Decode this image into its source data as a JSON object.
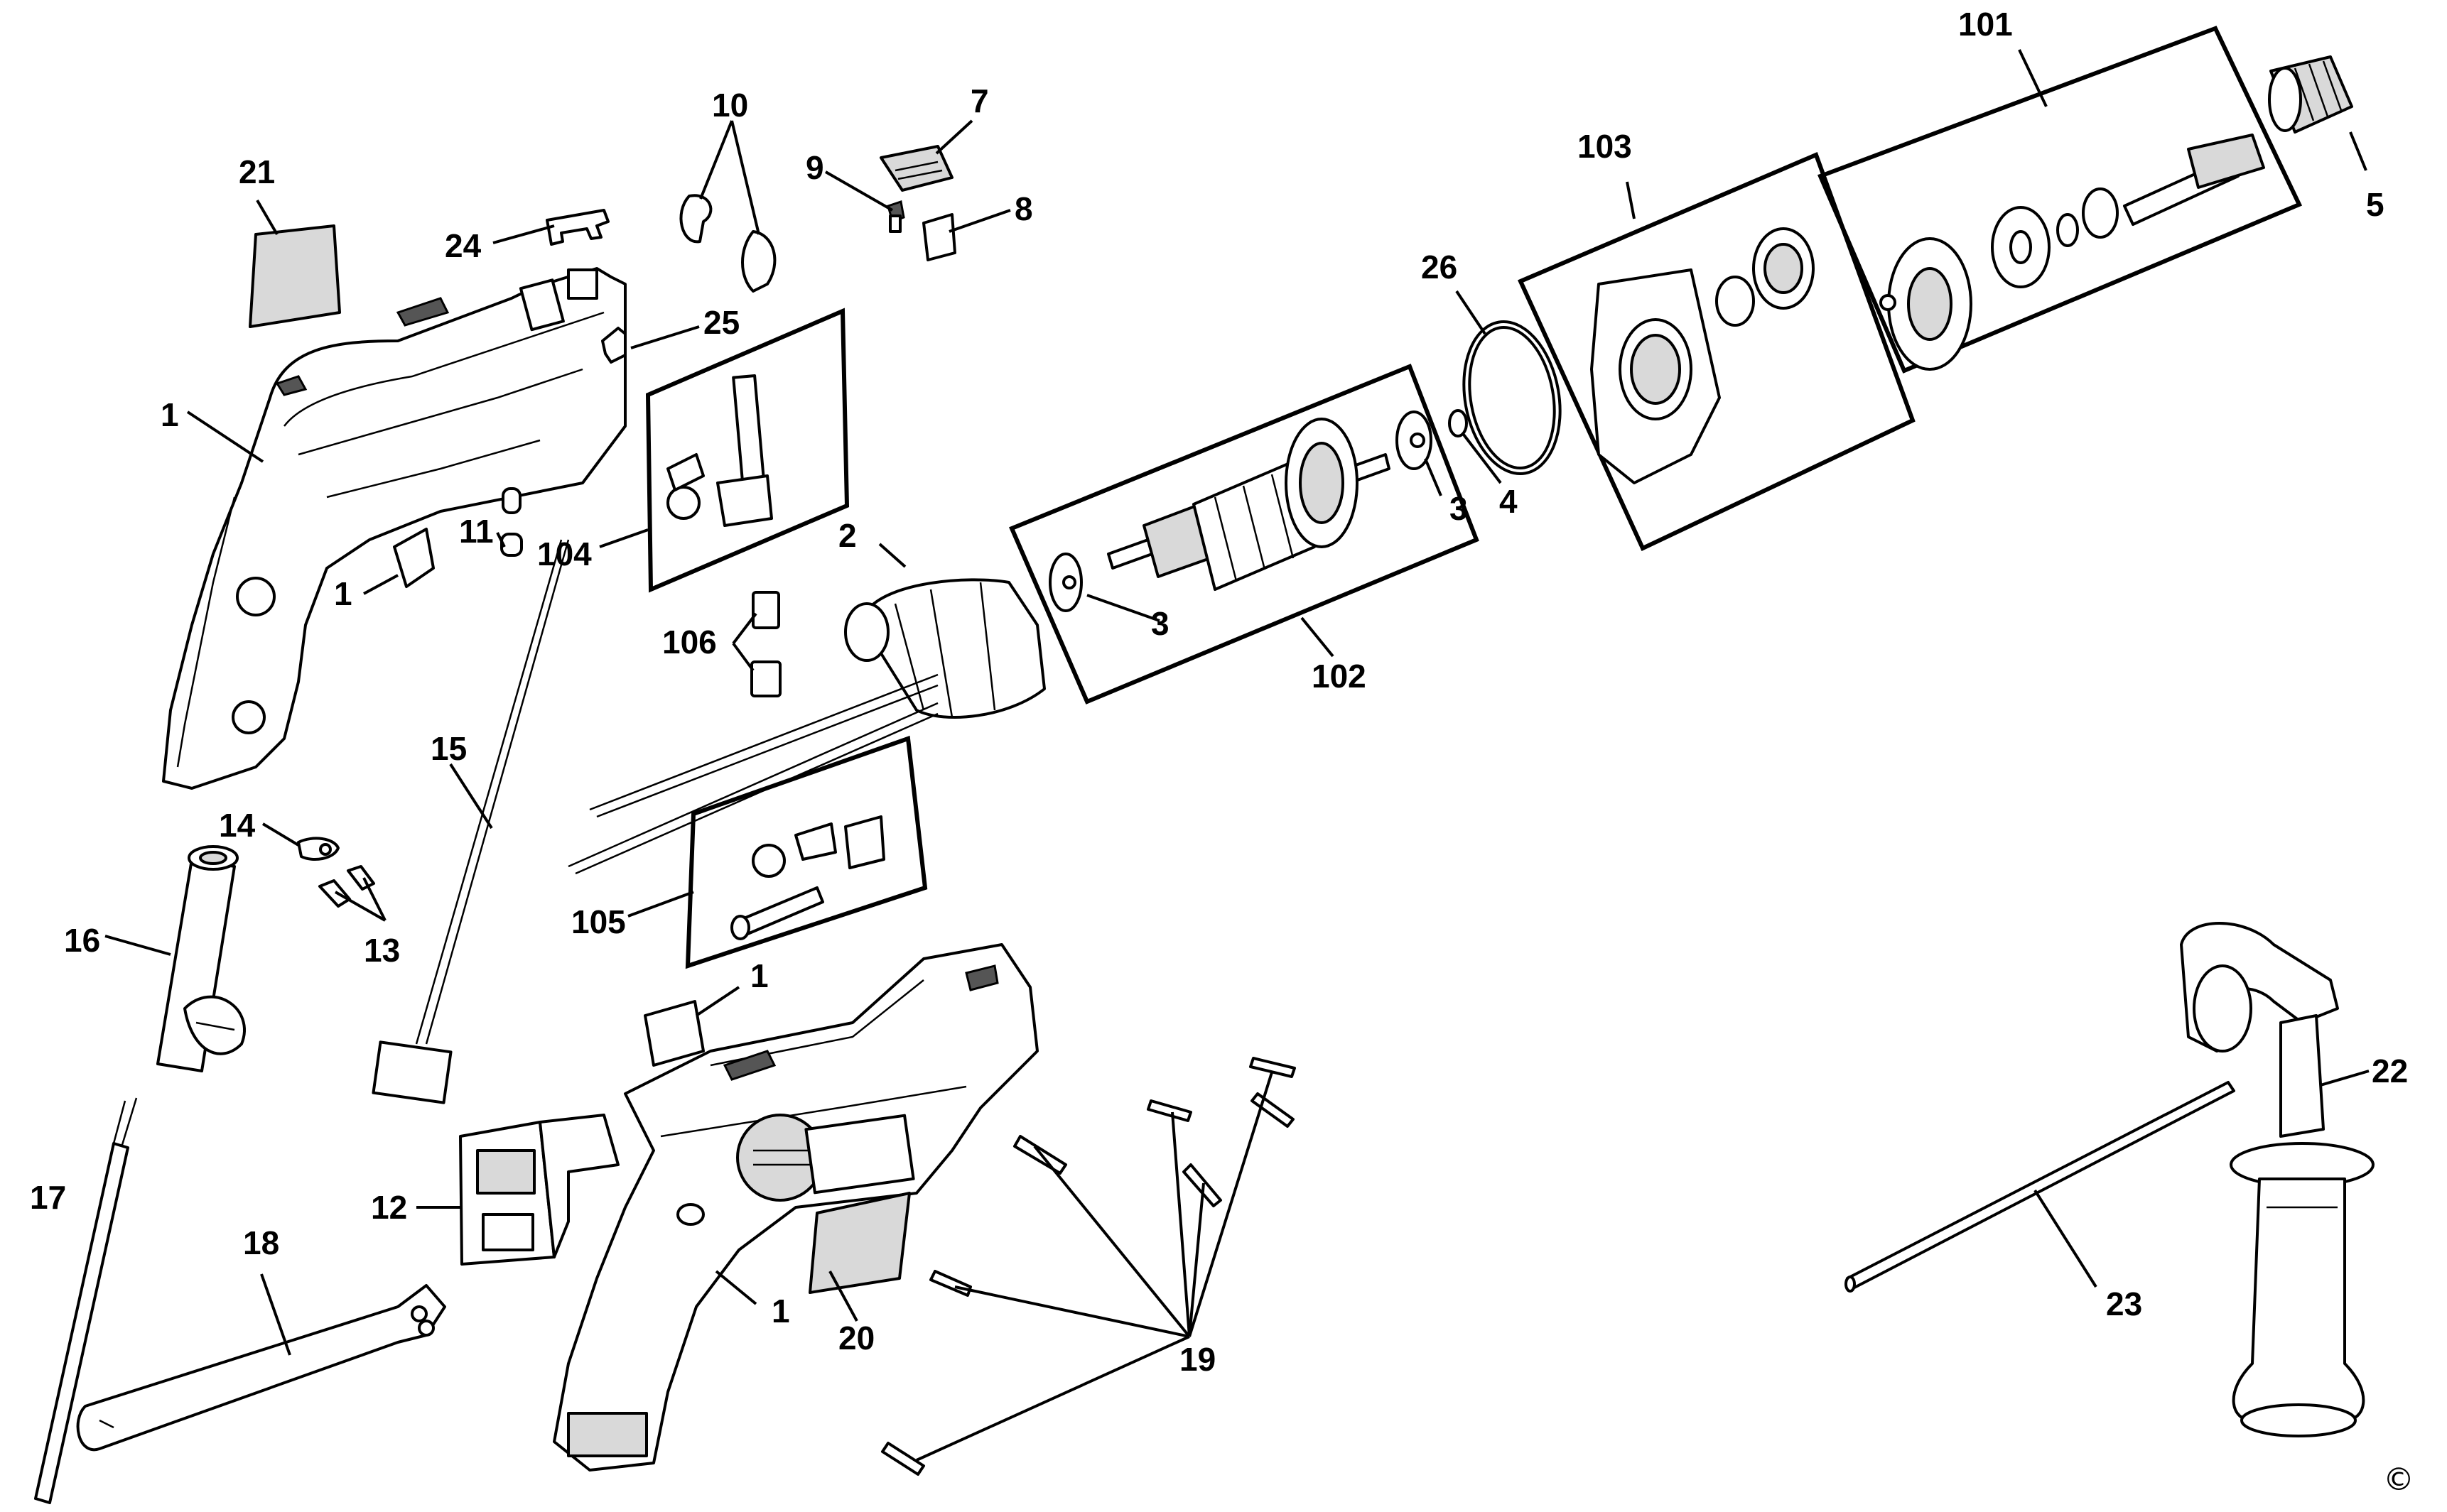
{
  "callouts": {
    "c1a": "1",
    "c1b": "1",
    "c1c": "1",
    "c1d": "1",
    "c2": "2",
    "c3a": "3",
    "c3b": "3",
    "c4": "4",
    "c5": "5",
    "c7": "7",
    "c8": "8",
    "c9": "9",
    "c10": "10",
    "c11": "11",
    "c12": "12",
    "c13": "13",
    "c14": "14",
    "c15": "15",
    "c16": "16",
    "c17": "17",
    "c18": "18",
    "c19": "19",
    "c20": "20",
    "c21": "21",
    "c22": "22",
    "c23": "23",
    "c24": "24",
    "c25": "25",
    "c26": "26",
    "c101": "101",
    "c102": "102",
    "c103": "103",
    "c104": "104",
    "c105": "105",
    "c106": "106"
  },
  "copyright_mark": "©"
}
